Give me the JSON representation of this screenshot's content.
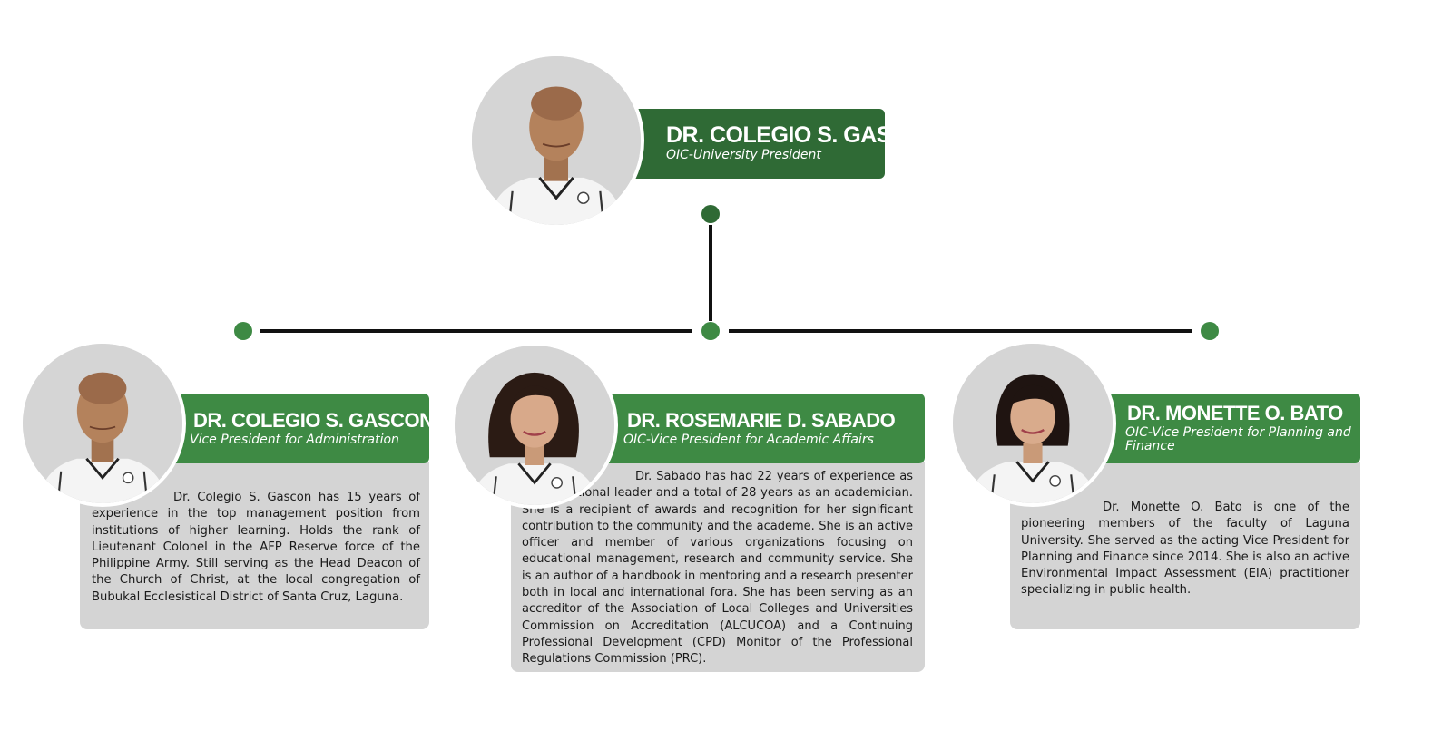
{
  "colors": {
    "top_bar": "#2f6a35",
    "card_bar": "#3e8a44",
    "dot": "#3e8a44",
    "connector": "#111111",
    "description_bg": "#d4d4d4",
    "photo_bg": "#d5d5d5"
  },
  "president": {
    "name": "DR. COLEGIO S. GASCON",
    "title": "OIC-University President",
    "photo_icon": "man-portrait"
  },
  "cards": [
    {
      "name": "DR. COLEGIO S. GASCON",
      "title": "Vice President for Administration",
      "description": "Dr. Colegio S. Gascon has 15 years of experience in the top management position from institutions of higher learning. Holds the rank of Lieutenant Colonel in the AFP Reserve force of the Philippine Army. Still serving as the Head Deacon of the Church of Christ, at the local congregation of Bubukal Ecclesistical District of Santa Cruz, Laguna.",
      "photo_icon": "man-portrait"
    },
    {
      "name": "DR. ROSEMARIE D. SABADO",
      "title": "OIC-Vice President for Academic Affairs",
      "description": "Dr. Sabado has had 22 years of experience as an educational leader and a total of 28 years as an academician. She is a recipient of awards and recognition for her significant contribution to the community and the academe. She is an active officer and member of various organizations focusing on educational management, research and community service. She is an author of a handbook in mentoring and a research presenter both in local and international fora. She has been serving as an accreditor of the Association of Local Colleges and Universities Commission on Accreditation (ALCUCOA) and a Continuing Professional Development (CPD) Monitor of the Professional Regulations Commission (PRC).",
      "photo_icon": "woman-portrait"
    },
    {
      "name": "DR. MONETTE O. BATO",
      "title": "OIC-Vice President for Planning and Finance",
      "description": "Dr. Monette O. Bato is one of the pioneering members of the faculty of Laguna University. She served as the acting Vice President for Planning and Finance since 2014. She is also an active Environmental Impact Assessment (EIA) practitioner specializing in public health.",
      "photo_icon": "woman-portrait"
    }
  ]
}
